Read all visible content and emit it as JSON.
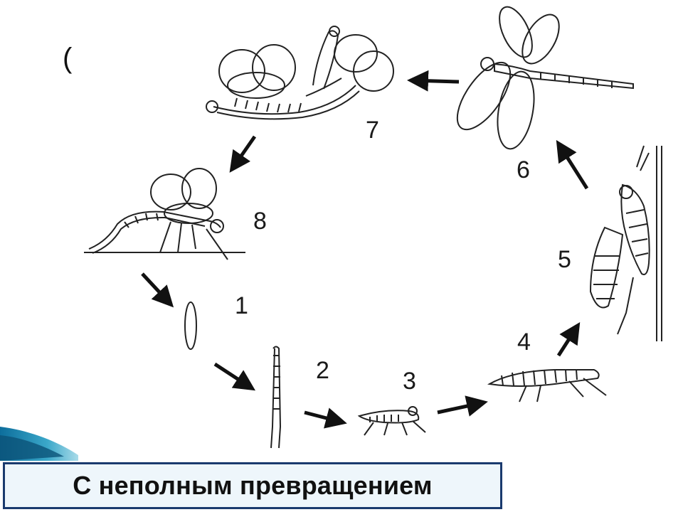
{
  "partial_title_char": "(",
  "stage_labels": [
    "1",
    "2",
    "3",
    "4",
    "5",
    "6",
    "7",
    "8"
  ],
  "caption": "С неполным превращением"
}
